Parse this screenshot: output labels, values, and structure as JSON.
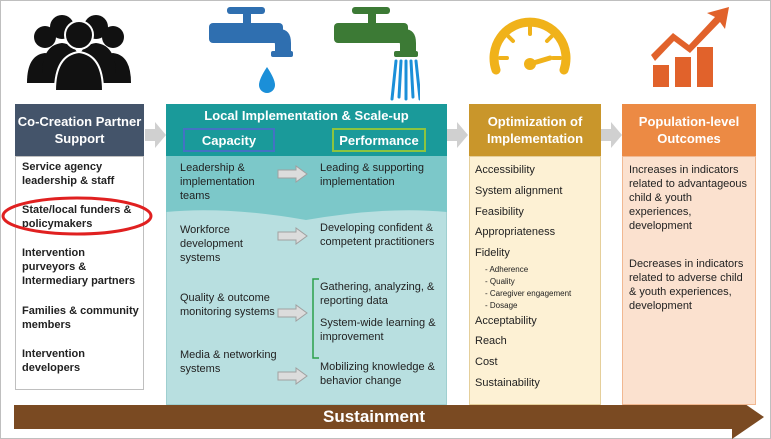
{
  "columns": {
    "partner": {
      "title": "Co-Creation Partner Support",
      "items": [
        "Service agency leadership & staff",
        "State/local funders & policymakers",
        "Intervention purveyors & Intermediary partners",
        "Families & community members",
        "Intervention developers"
      ]
    },
    "local": {
      "title": "Local Implementation & Scale-up",
      "capacity_label": "Capacity",
      "performance_label": "Performance",
      "capacity_items": [
        "Leadership & implementation teams",
        "Workforce development systems",
        "Quality & outcome monitoring systems",
        "Media & networking systems"
      ],
      "performance_items": [
        "Leading & supporting implementation",
        "Developing confident & competent practitioners",
        "Gathering, analyzing, & reporting data",
        "System-wide learning & improvement",
        "Mobilizing knowledge & behavior change"
      ]
    },
    "optimization": {
      "title": "Optimization of Implementation",
      "items": [
        "Accessibility",
        "System alignment",
        "Feasibility",
        "Appropriateness",
        "Fidelity",
        "Acceptability",
        "Reach",
        "Cost",
        "Sustainability"
      ],
      "fidelity_subitems": [
        "Adherence",
        "Quality",
        "Caregiver engagement",
        "Dosage"
      ]
    },
    "outcomes": {
      "title": "Population-level Outcomes",
      "items": [
        "Increases in indicators related to advantageous child & youth experiences, development",
        "Decreases in indicators related to adverse child & youth experiences, development"
      ]
    }
  },
  "sustainment_label": "Sustainment",
  "icons": [
    "people-group-icon",
    "faucet-drip-icon",
    "faucet-flowing-icon",
    "speedometer-icon",
    "growth-chart-icon"
  ],
  "colors": {
    "partner_header": "#44546a",
    "local_header": "#1a9a9a",
    "local_body": "#b8dfe0",
    "local_top_band": "#7cc8c9",
    "optimization_header": "#c9962b",
    "optimization_body": "#fdf1d4",
    "outcomes_header": "#ec8a44",
    "outcomes_body": "#fbe1cf",
    "sustainment_arrow": "#7a4a22",
    "highlight_circle": "#e02020",
    "faucet_blue": "#2f6fb0",
    "faucet_green": "#3c7a35"
  }
}
